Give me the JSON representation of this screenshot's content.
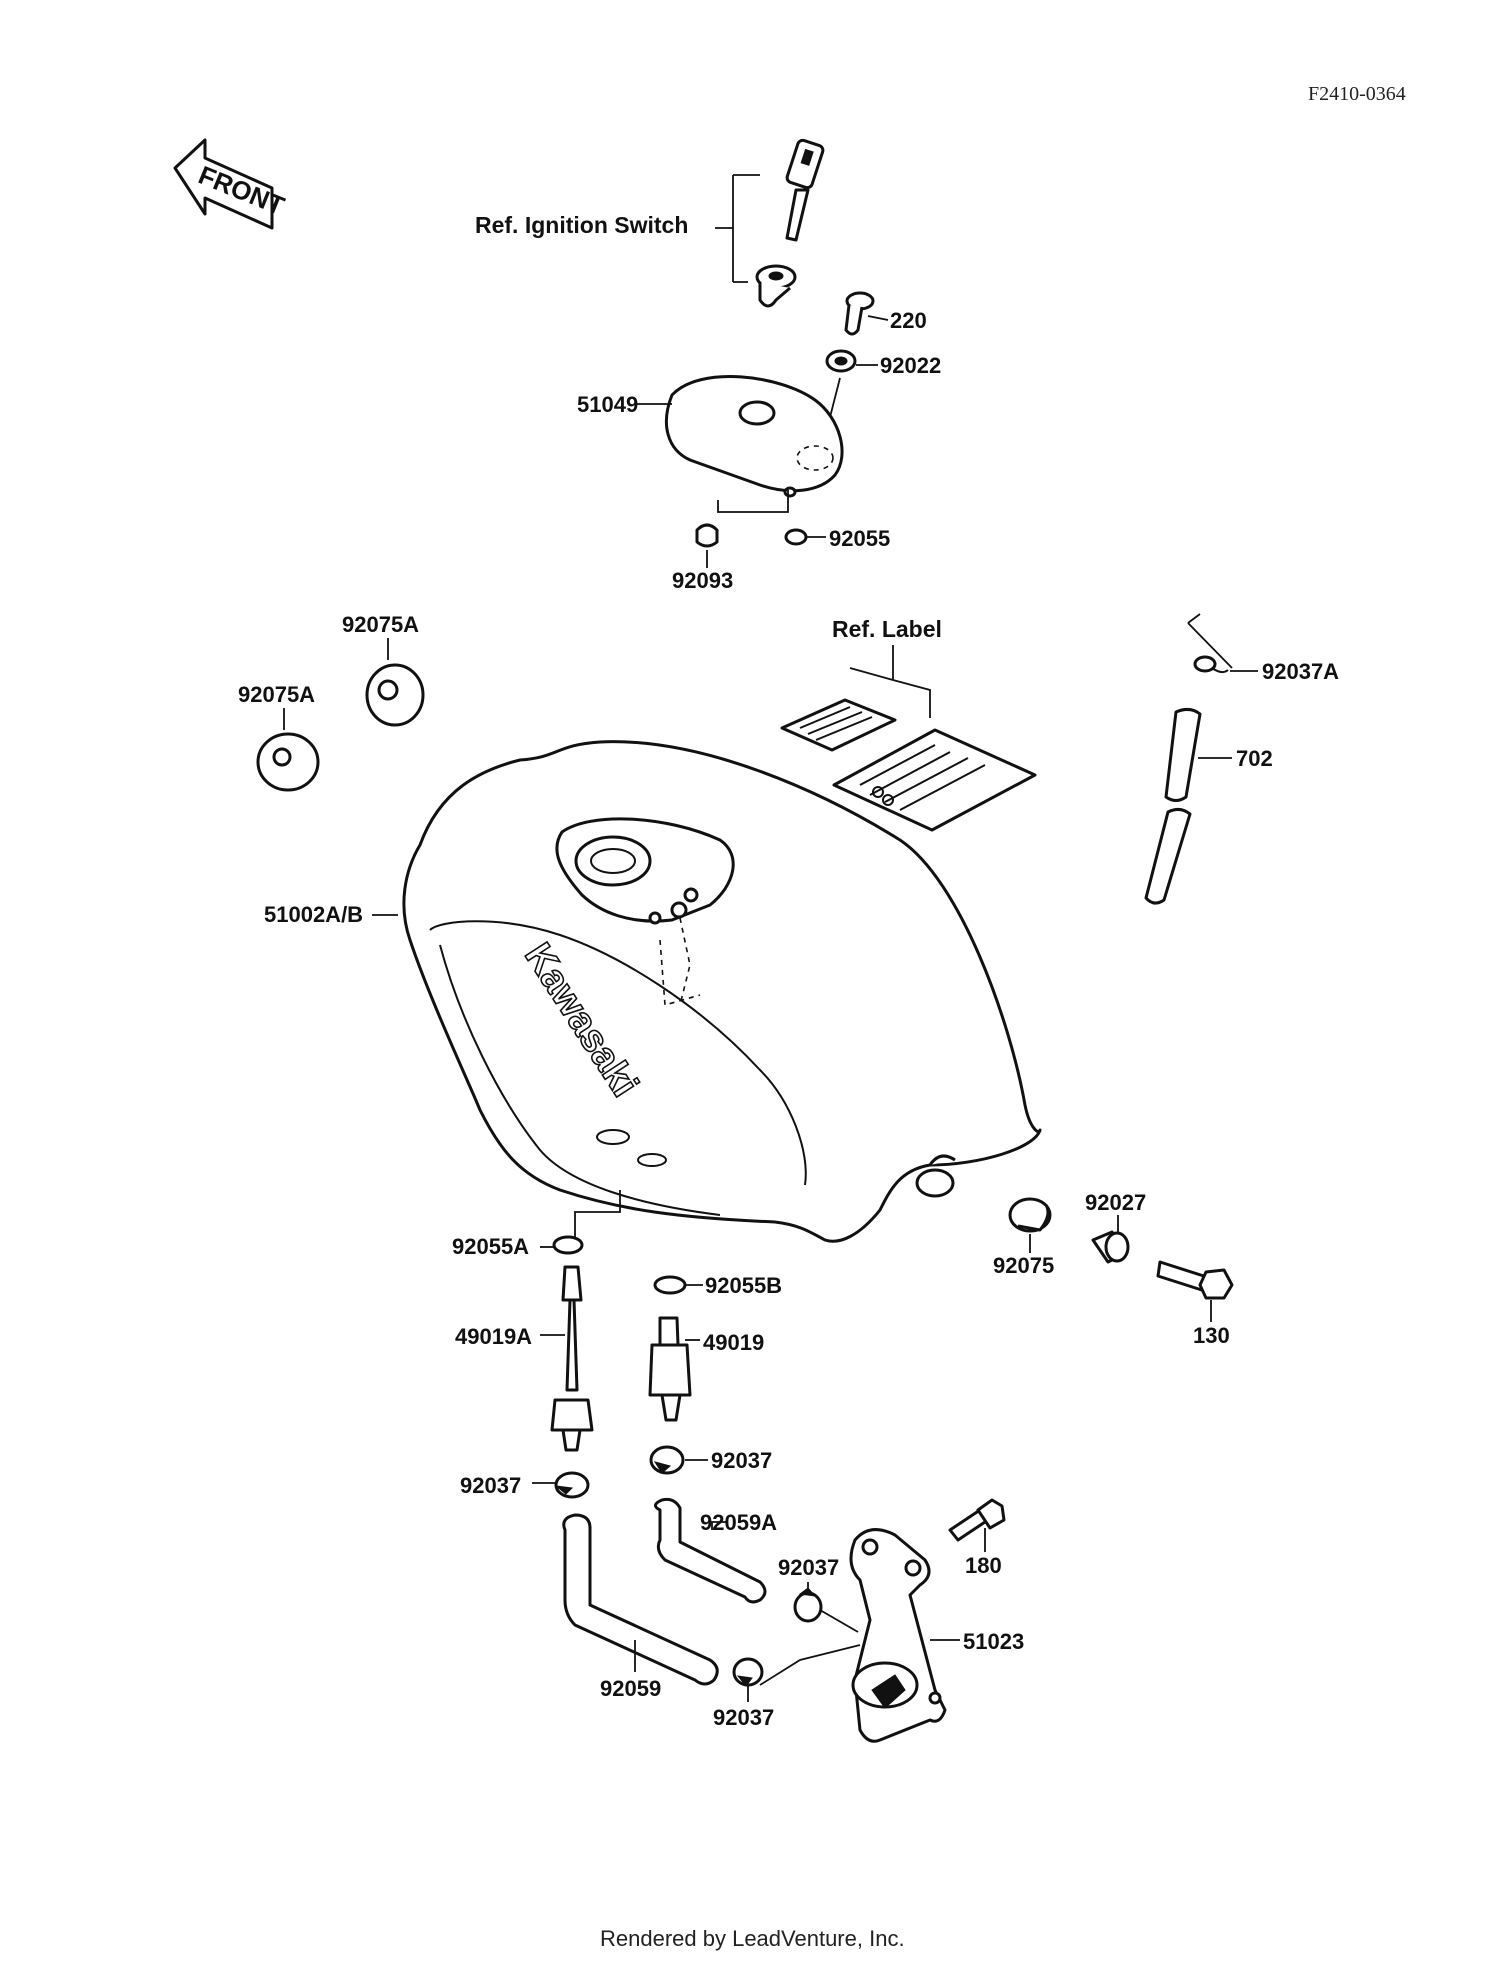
{
  "figure_code": "F2410-0364",
  "front_arrow": "FRONT",
  "brand_mark": "Kawasaki",
  "footer": "Rendered by LeadVenture, Inc.",
  "refs": {
    "ignition_switch": "Ref. Ignition Switch",
    "label": "Ref. Label"
  },
  "parts": {
    "p220": "220",
    "p92022": "92022",
    "p51049": "51049",
    "p92055": "92055",
    "p92093": "92093",
    "p92075A_top": "92075A",
    "p92075A_left": "92075A",
    "p92037A": "92037A",
    "p702": "702",
    "p51002": "51002A/B",
    "p92027": "92027",
    "p92075": "92075",
    "p130": "130",
    "p92055A": "92055A",
    "p92055B": "92055B",
    "p49019A": "49019A",
    "p49019": "49019",
    "p92037_r": "92037",
    "p92037_l": "92037",
    "p92059A": "92059A",
    "p92037_m": "92037",
    "p180": "180",
    "p51023": "51023",
    "p92059": "92059",
    "p92037_b": "92037"
  }
}
